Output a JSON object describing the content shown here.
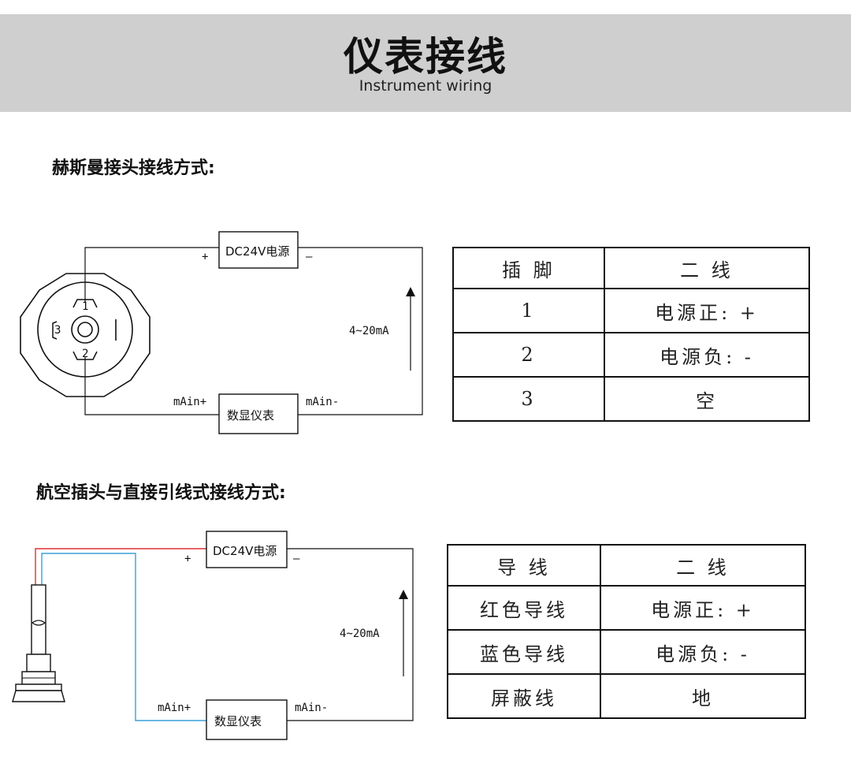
{
  "header": {
    "title": "仪表接线",
    "subtitle": "Instrument wiring"
  },
  "section1": {
    "title": "赫斯曼接头接线方式:",
    "diagram": {
      "power_box": "DC24V电源",
      "meter_box": "数显仪表",
      "plus": "+",
      "minus": "—",
      "current": "4~20mA",
      "main_plus": "mAin+",
      "main_minus": "mAin-",
      "pins": [
        "1",
        "2",
        "3"
      ]
    },
    "table": {
      "headers": [
        "插 脚",
        "二 线"
      ],
      "rows": [
        [
          "1",
          "电源正: +"
        ],
        [
          "2",
          "电源负: -"
        ],
        [
          "3",
          "空"
        ]
      ]
    }
  },
  "section2": {
    "title": "航空插头与直接引线式接线方式:",
    "diagram": {
      "power_box": "DC24V电源",
      "meter_box": "数显仪表",
      "plus": "+",
      "minus": "—",
      "current": "4~20mA",
      "main_plus": "mAin+",
      "main_minus": "mAin-",
      "wire_colors": {
        "red": "#e03030",
        "blue": "#3aa0d8"
      }
    },
    "table": {
      "headers": [
        "导 线",
        "二 线"
      ],
      "rows": [
        [
          "红色导线",
          "电源正: +"
        ],
        [
          "蓝色导线",
          "电源负: -"
        ],
        [
          "屏蔽线",
          "地"
        ]
      ]
    }
  }
}
